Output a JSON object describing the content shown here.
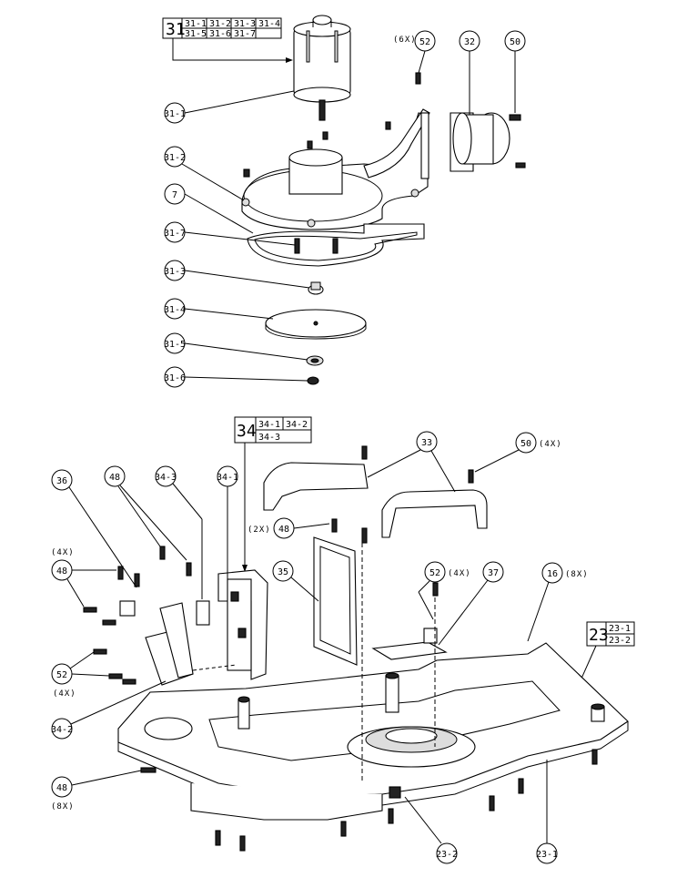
{
  "upper_assembly": {
    "group_box": {
      "main": "31",
      "subs": [
        "31-1",
        "31-2",
        "31-3",
        "31-4",
        "31-5",
        "31-6",
        "31-7"
      ]
    },
    "callouts": [
      {
        "id": "52",
        "qty": "(6X)"
      },
      {
        "id": "32",
        "qty": ""
      },
      {
        "id": "50",
        "qty": ""
      },
      {
        "id": "31-1",
        "qty": ""
      },
      {
        "id": "31-2",
        "qty": ""
      },
      {
        "id": "7",
        "qty": ""
      },
      {
        "id": "31-7",
        "qty": ""
      },
      {
        "id": "31-3",
        "qty": ""
      },
      {
        "id": "31-4",
        "qty": ""
      },
      {
        "id": "31-5",
        "qty": ""
      },
      {
        "id": "31-6",
        "qty": ""
      }
    ]
  },
  "lower_assembly": {
    "group_box_34": {
      "main": "34",
      "subs": [
        "34-1",
        "34-2",
        "34-3"
      ]
    },
    "group_box_23": {
      "main": "23",
      "subs": [
        "23-1",
        "23-2"
      ]
    },
    "callouts": [
      {
        "id": "36",
        "qty": ""
      },
      {
        "id": "48",
        "qty": ""
      },
      {
        "id": "34-3",
        "qty": ""
      },
      {
        "id": "34-1",
        "qty": ""
      },
      {
        "id": "33",
        "qty": ""
      },
      {
        "id": "50",
        "qty": "(4X)"
      },
      {
        "id": "48",
        "qty": "(4X)"
      },
      {
        "id": "48",
        "qty": "(2X)"
      },
      {
        "id": "35",
        "qty": ""
      },
      {
        "id": "52",
        "qty": "(4X)"
      },
      {
        "id": "37",
        "qty": ""
      },
      {
        "id": "16",
        "qty": "(8X)"
      },
      {
        "id": "52",
        "qty": "(4X)"
      },
      {
        "id": "34-2",
        "qty": ""
      },
      {
        "id": "48",
        "qty": "(8X)"
      },
      {
        "id": "23-2",
        "qty": ""
      },
      {
        "id": "23-1",
        "qty": ""
      }
    ]
  }
}
